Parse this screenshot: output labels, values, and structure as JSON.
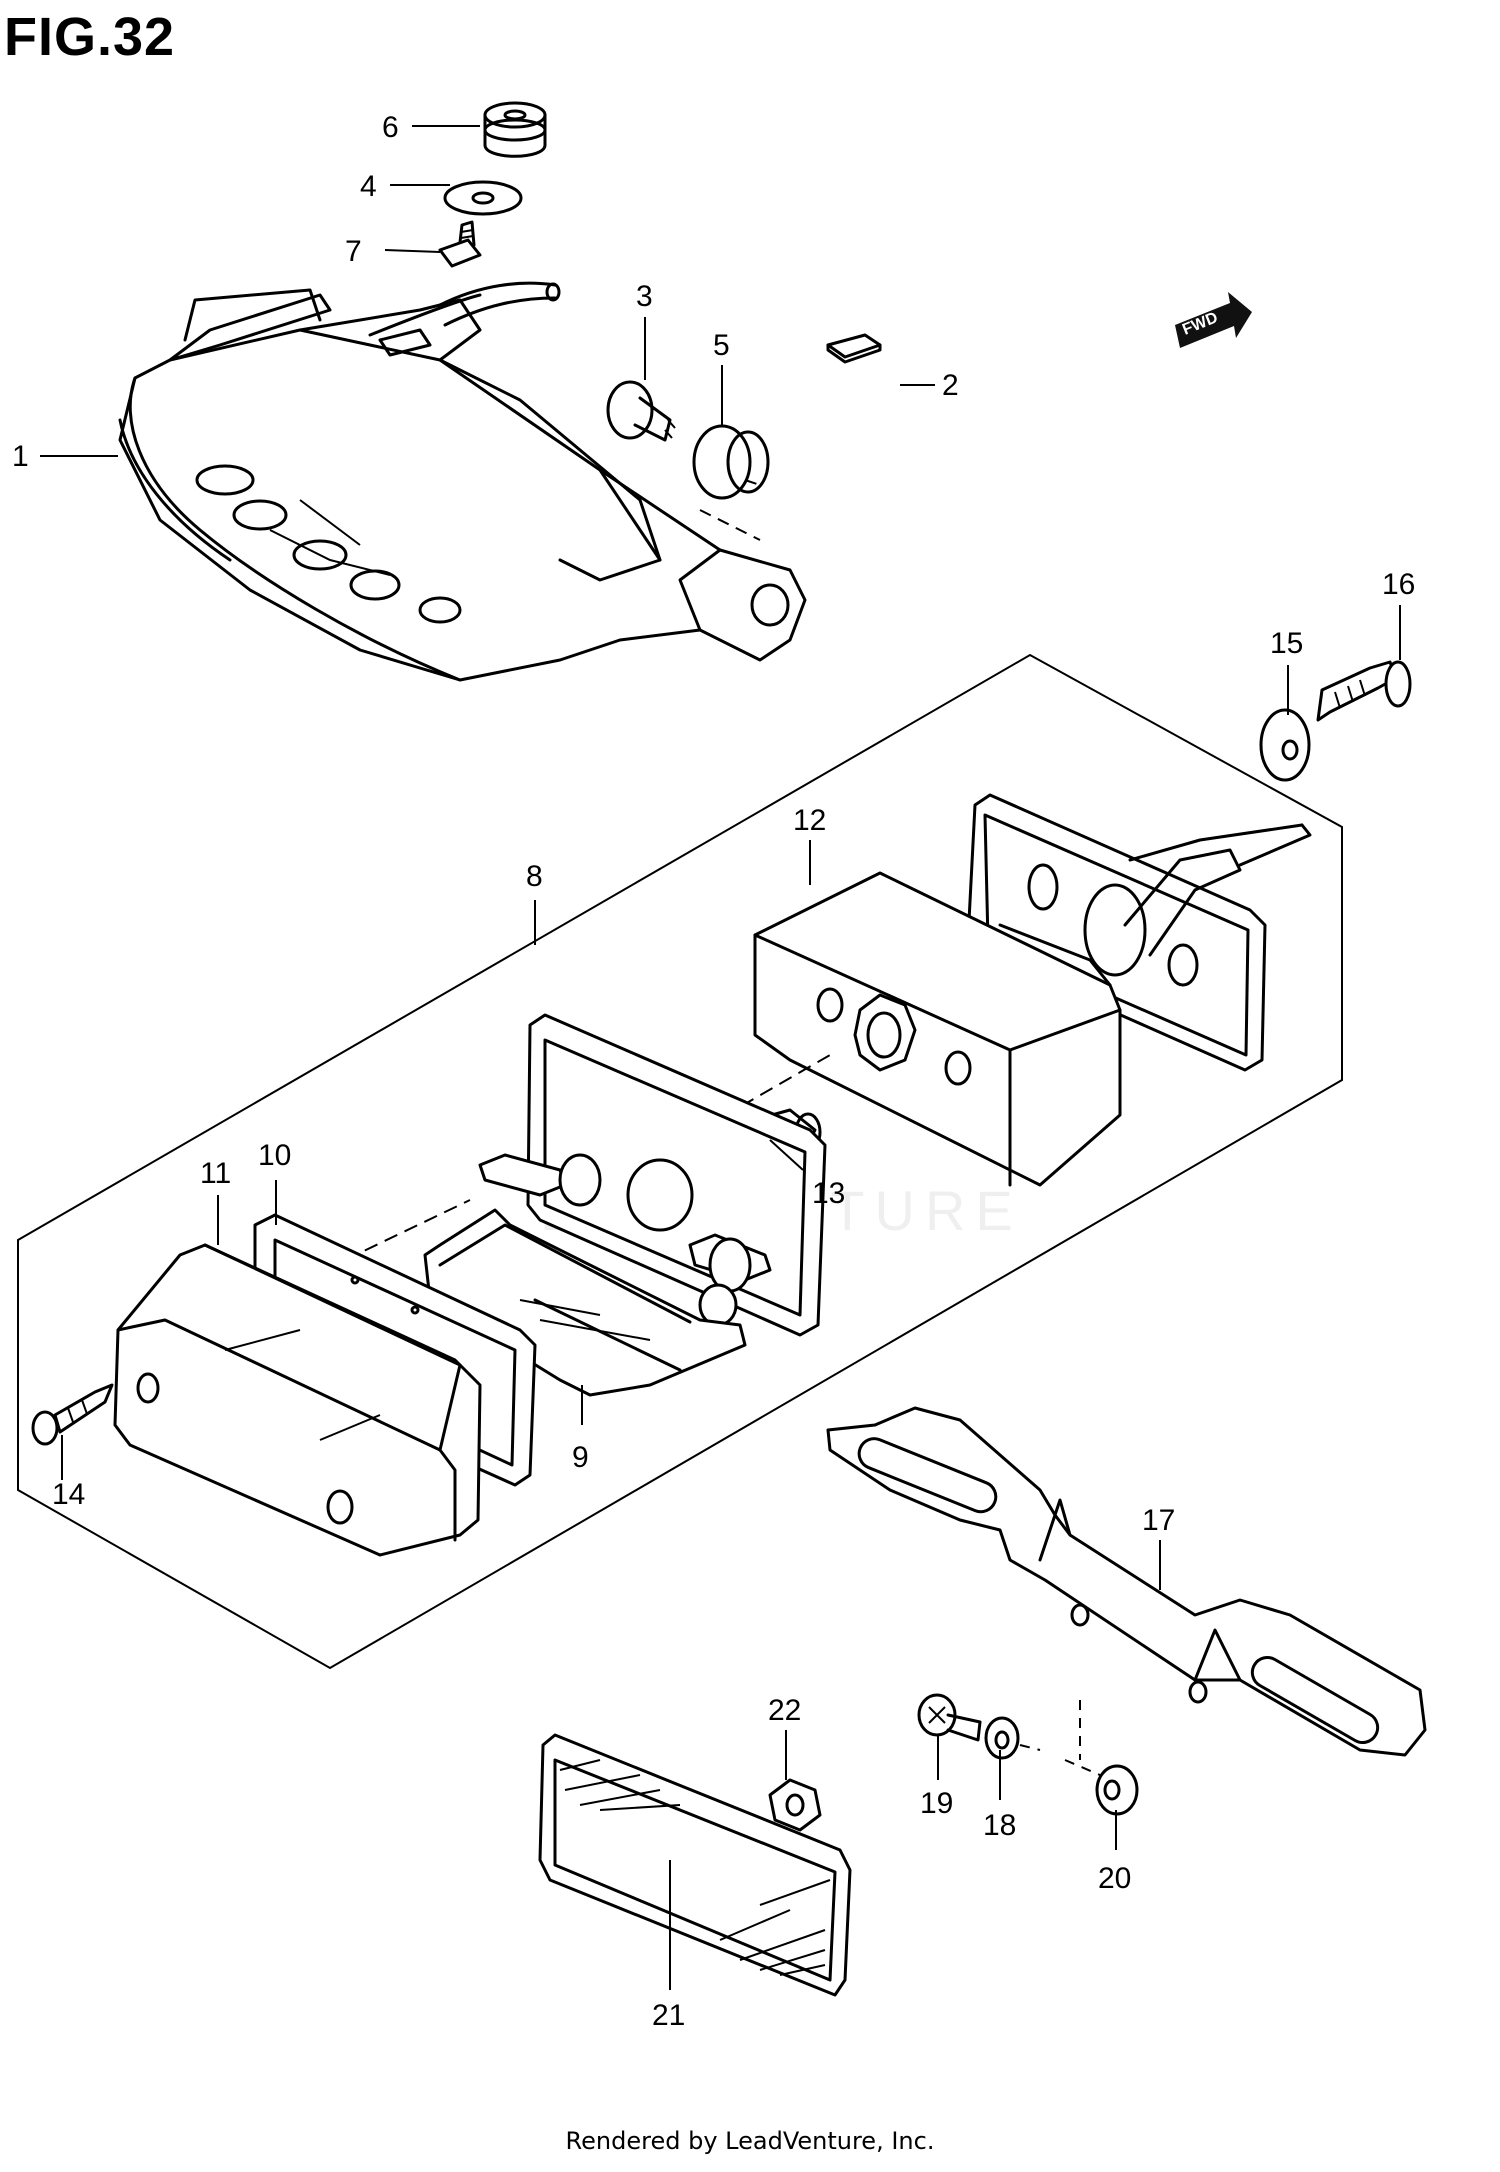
{
  "figure": {
    "title": "FIG.32",
    "direction_badge": "FWD",
    "watermark": "EADVENTURE",
    "footer": "Rendered by LeadVenture, Inc."
  },
  "callouts": [
    "1",
    "2",
    "3",
    "4",
    "5",
    "6",
    "7",
    "8",
    "9",
    "10",
    "11",
    "12",
    "13",
    "14",
    "15",
    "16",
    "17",
    "18",
    "19",
    "20",
    "21",
    "22"
  ]
}
